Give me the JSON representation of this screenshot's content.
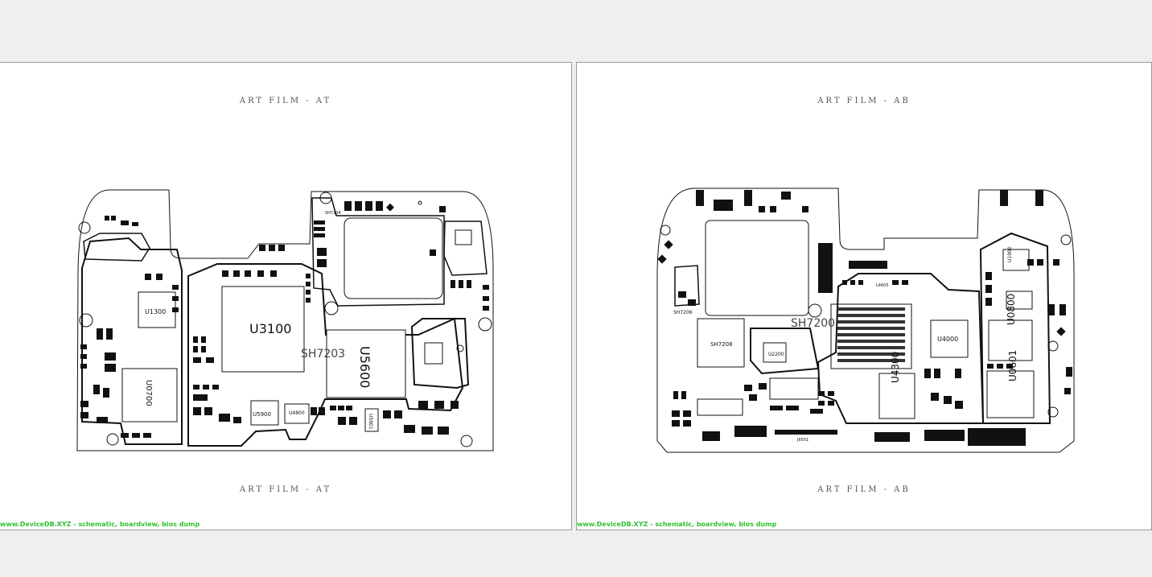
{
  "pages": [
    {
      "title_top": "ART FILM - AT",
      "title_bottom": "ART FILM - AT",
      "watermark": "www.DeviceDB.XYZ - schematic, boardview, bios dump",
      "components": {
        "u3100": "U3100",
        "u5600": "U5600",
        "u1300": "U1300",
        "u0700": "U0700",
        "u5900": "U5900",
        "u4800": "U4800",
        "sh7203": "SH7203",
        "sh7204": "SH7204",
        "u5901": "U5901"
      }
    },
    {
      "title_top": "ART FILM - AB",
      "title_bottom": "ART FILM - AB",
      "watermark": "www.DeviceDB.XYZ - schematic, boardview, bios dump",
      "components": {
        "u4000": "U4000",
        "u4300": "U4300",
        "u0800": "U0800",
        "u0601": "U0601",
        "u2200": "U2200",
        "sh7208": "SH7208",
        "sh7206": "SH7206",
        "sh7200": "SH7200",
        "j6501": "J6501",
        "l4605": "L4605",
        "u1900": "U1900"
      }
    }
  ],
  "colors": {
    "background": "#efefef",
    "page": "#ffffff",
    "ink": "#111111",
    "watermark": "#2fc22f"
  }
}
